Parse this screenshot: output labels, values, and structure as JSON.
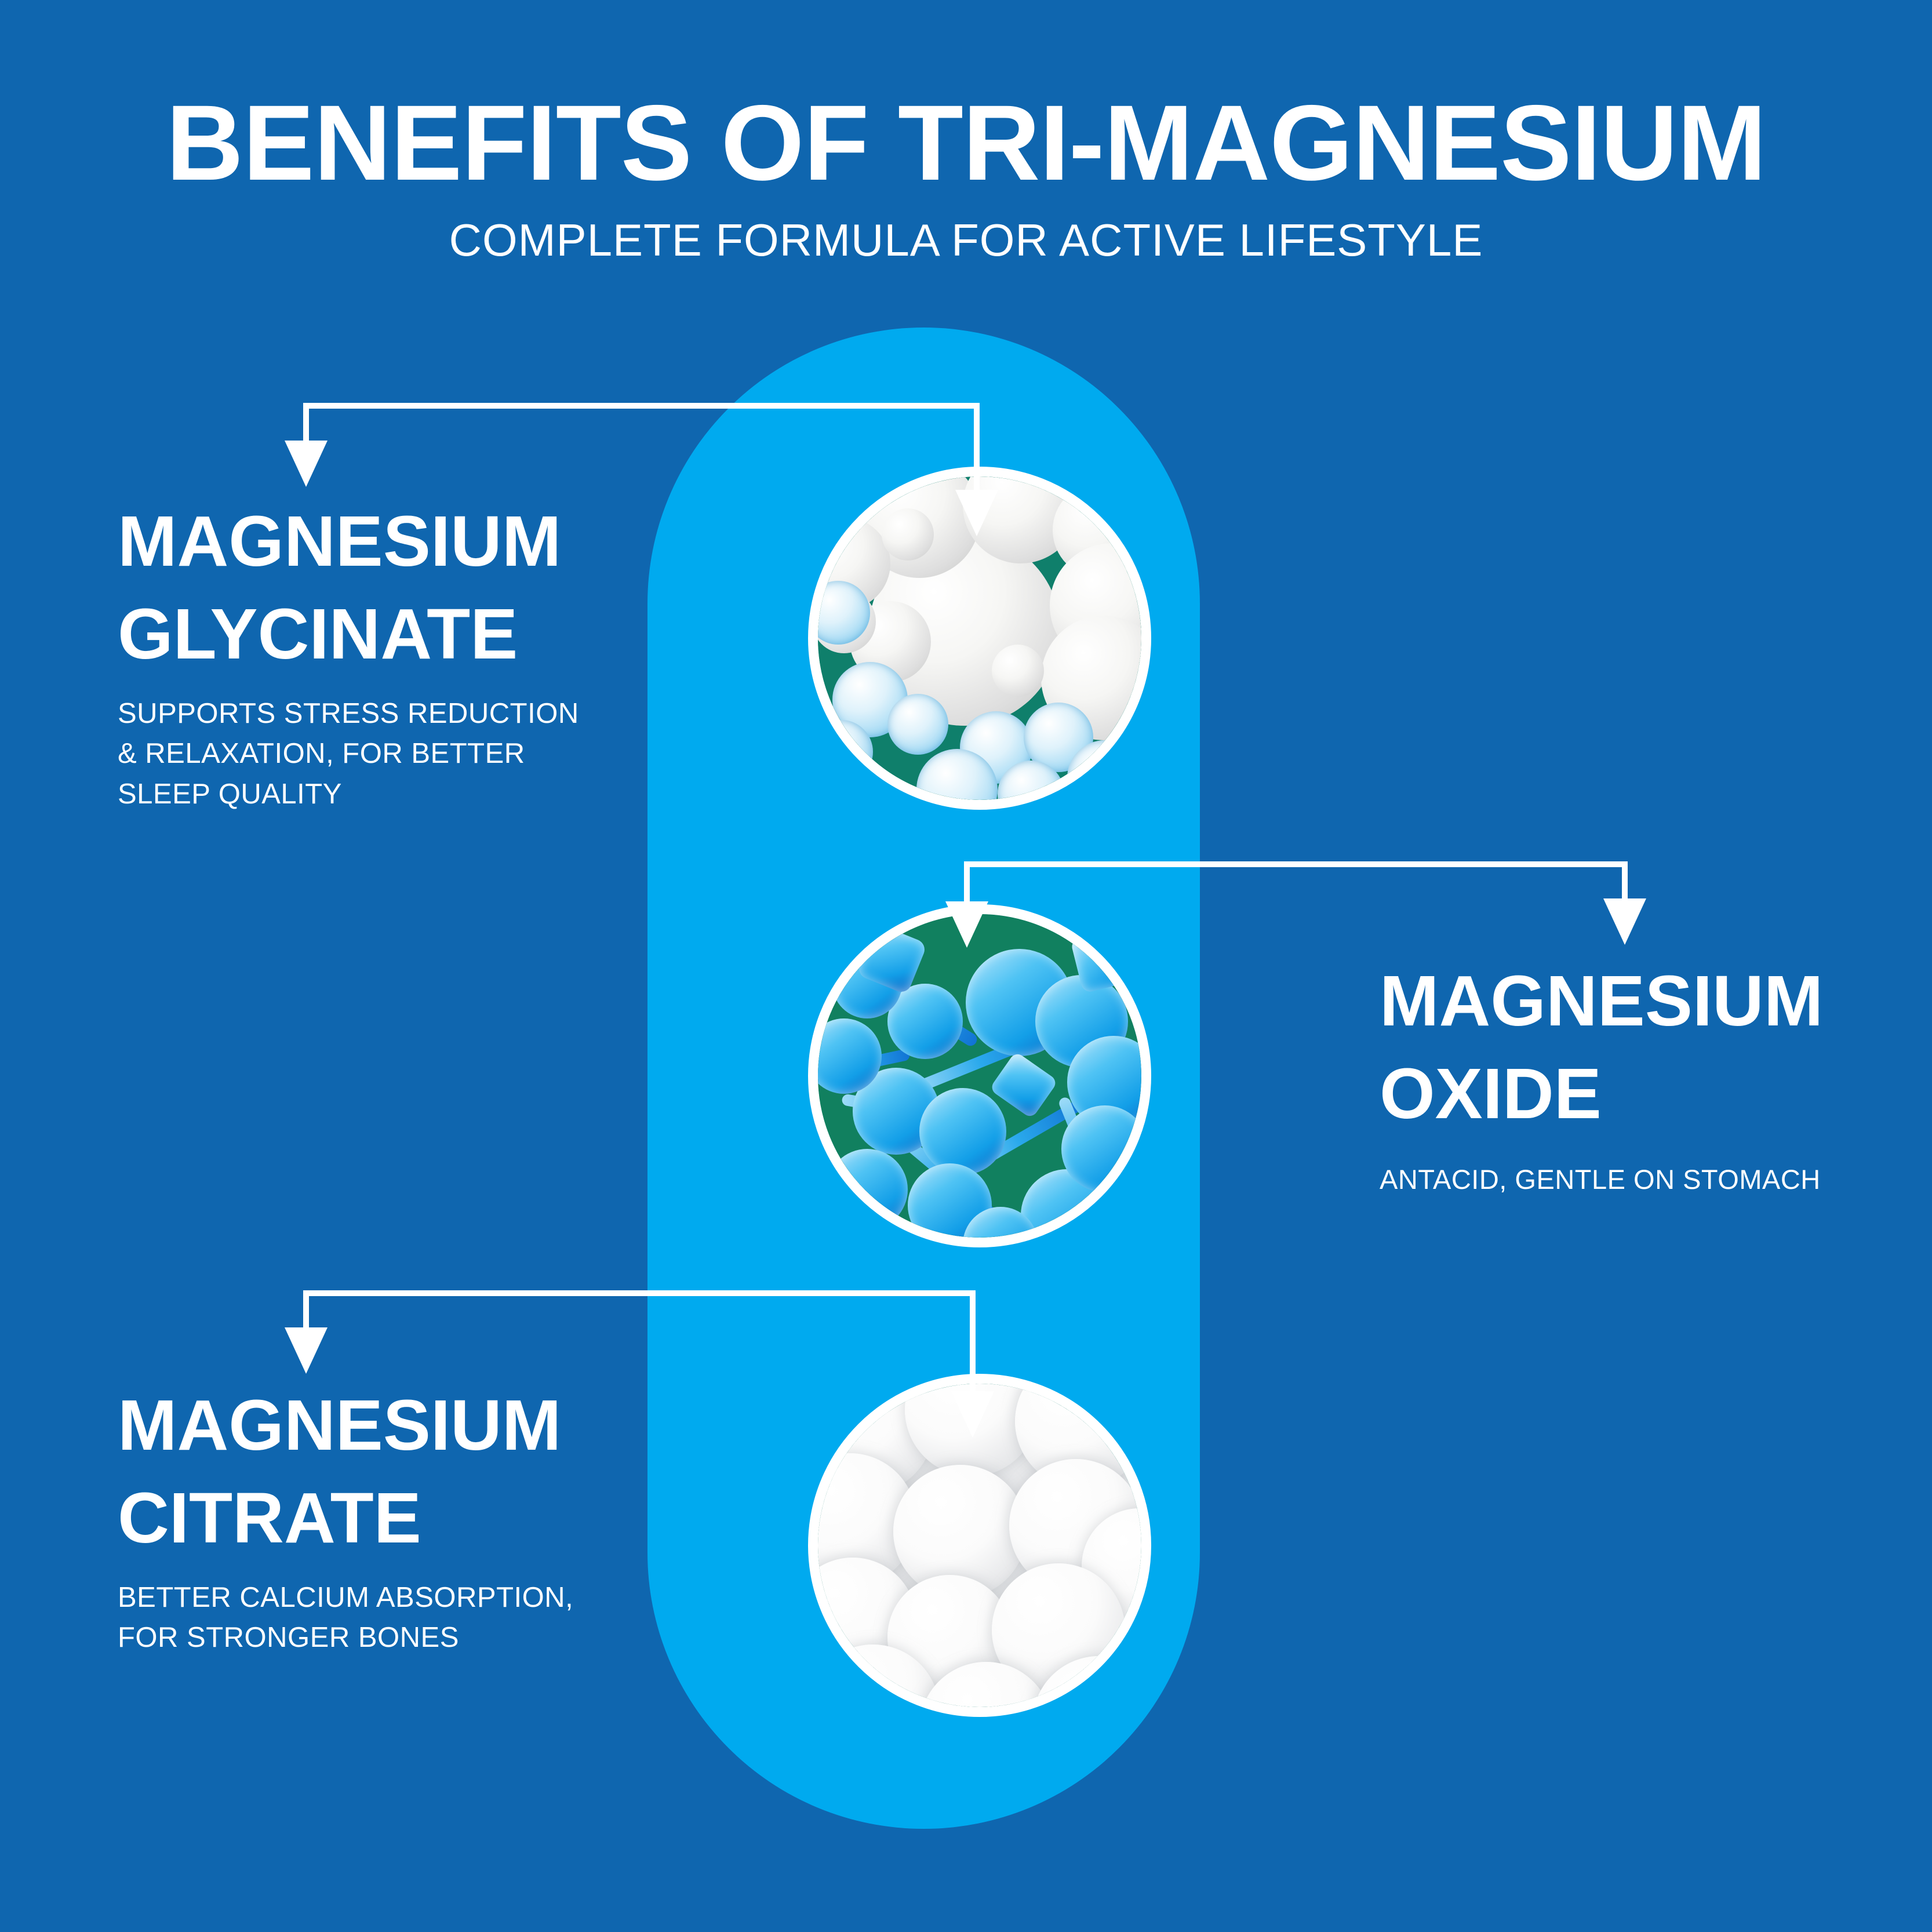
{
  "header": {
    "title": "BENEFITS OF TRI-MAGNESIUM",
    "subtitle": "COMPLETE FORMULA FOR ACTIVE LIFESTYLE"
  },
  "colors": {
    "background_blue": "#0f66af",
    "capsule_blue": "#00aaef",
    "text_white": "#ffffff",
    "circle_border": "#ffffff"
  },
  "ingredients": [
    {
      "id": "glycinate",
      "title": "MAGNESIUM\nGLYCINATE",
      "description": "SUPPORTS STRESS REDUCTION\n& RELAXATION, FOR BETTER\nSLEEP QUALITY",
      "image_caption": "white-spheres-molecules-photo",
      "side": "left"
    },
    {
      "id": "oxide",
      "title": "MAGNESIUM\nOXIDE",
      "description": "ANTACID, GENTLE ON STOMACH",
      "image_caption": "blue-crystal-lattice-photo",
      "side": "right"
    },
    {
      "id": "citrate",
      "title": "MAGNESIUM\nCITRATE",
      "description": "BETTER CALCIUM ABSORPTION,\nFOR STRONGER BONES",
      "image_caption": "white-pill-spheres-photo",
      "side": "left"
    }
  ],
  "graphics": {
    "capsule_shape": "rounded-capsule",
    "connector_style": "elbow-line-with-arrowhead",
    "arrow_count": 4
  }
}
